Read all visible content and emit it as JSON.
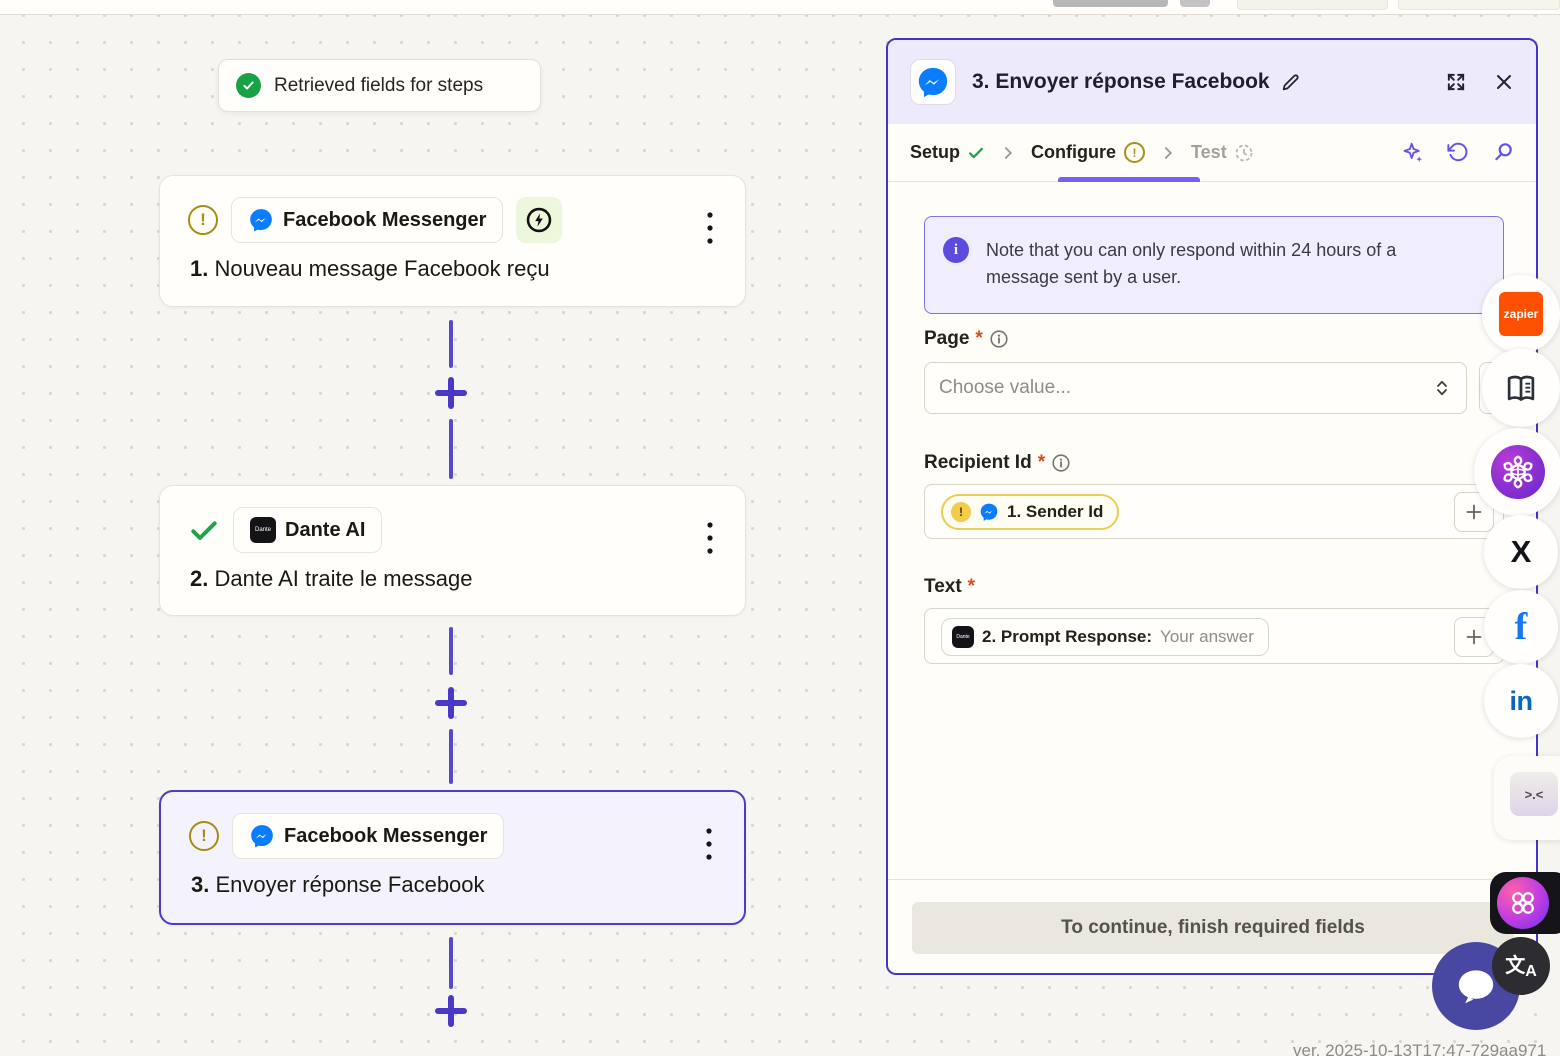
{
  "toast": {
    "label": "Retrieved fields for steps"
  },
  "steps": {
    "one": {
      "app": "Facebook Messenger",
      "num": "1.",
      "title": " Nouveau message Facebook reçu"
    },
    "two": {
      "app": "Dante AI",
      "num": "2.",
      "title": " Dante AI traite le message"
    },
    "three": {
      "app": "Facebook Messenger",
      "num": "3.",
      "title": " Envoyer réponse Facebook"
    }
  },
  "panel": {
    "title": "3. Envoyer réponse Facebook",
    "tabs": {
      "setup": "Setup",
      "configure": "Configure",
      "test": "Test"
    },
    "note": "Note that you can only respond within 24 hours of a message sent by a user.",
    "required_marker": "*",
    "page": {
      "label": "Page",
      "placeholder": "Choose value..."
    },
    "recipient": {
      "label": "Recipient Id",
      "chip": "1. Sender Id"
    },
    "text": {
      "label": "Text",
      "chip_bold": "2. Prompt Response:",
      "chip_hint": "Your answer"
    },
    "footer_button": "To continue, finish required fields"
  },
  "floating": {
    "zapier": "zapier",
    "x": "X",
    "facebook": "f",
    "linkedin": "in",
    "code": ">.<",
    "translate_cjk": "文",
    "translate_latin": "A"
  },
  "dante_icon_text": "Dante",
  "warning_glyph": "!",
  "info_glyph": "i",
  "version": "ver. 2025-10-13T17:47-729aa971",
  "colors": {
    "accent_purple": "#4334c2",
    "warning_olive": "#a18e13",
    "success_green": "#17a244",
    "messenger_blue": "#0a7cff",
    "zapier_orange": "#ff4f00",
    "required_red": "#d9481f"
  }
}
